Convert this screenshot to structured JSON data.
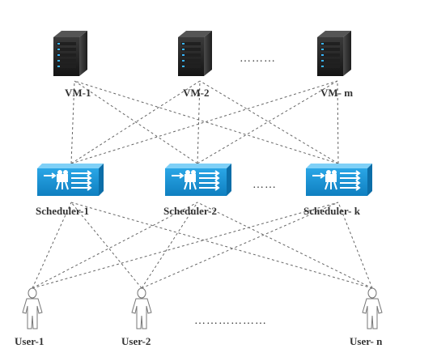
{
  "vms": [
    {
      "label": "VM-1"
    },
    {
      "label": "VM-2"
    },
    {
      "label": "VM- m"
    }
  ],
  "schedulers": [
    {
      "label": "Scheduler-1"
    },
    {
      "label": "Scheduler-2"
    },
    {
      "label": "Scheduler- k"
    }
  ],
  "users": [
    {
      "label": "User-1"
    },
    {
      "label": "User-2"
    },
    {
      "label": "User- n"
    }
  ],
  "ellipses": {
    "vm_row": "………",
    "scheduler_row": "……",
    "user_row": "………………"
  },
  "icons": {
    "vm": "server-icon",
    "scheduler": "scheduler-switch-icon",
    "user": "user-icon"
  },
  "colors": {
    "server_body": "#2b2b2b",
    "server_light": "#39b6ff",
    "scheduler_body": "#1b8fd0",
    "links": "#666666",
    "text": "#333333"
  }
}
